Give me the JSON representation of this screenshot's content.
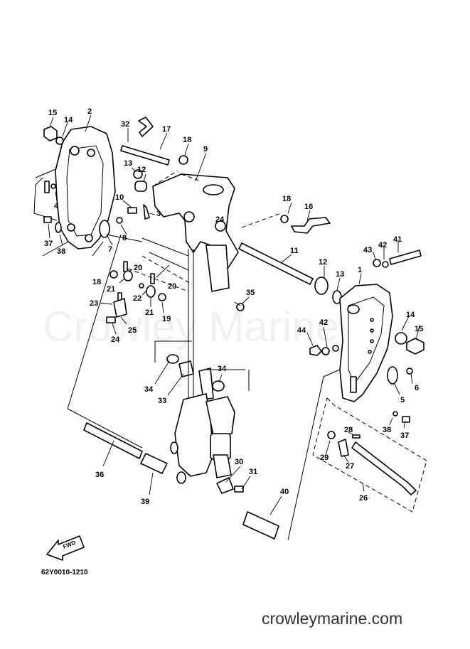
{
  "diagram": {
    "watermark": "Crowley Marine",
    "drawing_code": "62Y0010-1210",
    "direction_arrow": "FWD",
    "site_footer": "crowleymarine.com",
    "callouts": [
      {
        "id": "c15a",
        "label": "15"
      },
      {
        "id": "c14a",
        "label": "14"
      },
      {
        "id": "c2",
        "label": "2"
      },
      {
        "id": "c32",
        "label": "32"
      },
      {
        "id": "c17",
        "label": "17"
      },
      {
        "id": "c18a",
        "label": "18"
      },
      {
        "id": "c9",
        "label": "9"
      },
      {
        "id": "c13a",
        "label": "13"
      },
      {
        "id": "c12a",
        "label": "12"
      },
      {
        "id": "c10",
        "label": "10"
      },
      {
        "id": "c3",
        "label": "3"
      },
      {
        "id": "c4",
        "label": "4"
      },
      {
        "id": "c8",
        "label": "8"
      },
      {
        "id": "c37a",
        "label": "37"
      },
      {
        "id": "c38a",
        "label": "38"
      },
      {
        "id": "c7",
        "label": "7"
      },
      {
        "id": "c18b",
        "label": "18"
      },
      {
        "id": "c16",
        "label": "16"
      },
      {
        "id": "c24a",
        "label": "24"
      },
      {
        "id": "c41",
        "label": "41"
      },
      {
        "id": "c42a",
        "label": "42"
      },
      {
        "id": "c43",
        "label": "43"
      },
      {
        "id": "c11",
        "label": "11"
      },
      {
        "id": "c12b",
        "label": "12"
      },
      {
        "id": "c13b",
        "label": "13"
      },
      {
        "id": "c1",
        "label": "1"
      },
      {
        "id": "c20a",
        "label": "20"
      },
      {
        "id": "c18c",
        "label": "18"
      },
      {
        "id": "c21a",
        "label": "21"
      },
      {
        "id": "c20b",
        "label": "20"
      },
      {
        "id": "c22",
        "label": "22"
      },
      {
        "id": "c23",
        "label": "23"
      },
      {
        "id": "c21b",
        "label": "21"
      },
      {
        "id": "c19",
        "label": "19"
      },
      {
        "id": "c35",
        "label": "35"
      },
      {
        "id": "c25",
        "label": "25"
      },
      {
        "id": "c24b",
        "label": "24"
      },
      {
        "id": "c14b",
        "label": "14"
      },
      {
        "id": "c15b",
        "label": "15"
      },
      {
        "id": "c44",
        "label": "44"
      },
      {
        "id": "c42b",
        "label": "42"
      },
      {
        "id": "c34a",
        "label": "34"
      },
      {
        "id": "c34b",
        "label": "34"
      },
      {
        "id": "c33",
        "label": "33"
      },
      {
        "id": "c5",
        "label": "5"
      },
      {
        "id": "c6",
        "label": "6"
      },
      {
        "id": "c38b",
        "label": "38"
      },
      {
        "id": "c37b",
        "label": "37"
      },
      {
        "id": "c28",
        "label": "28"
      },
      {
        "id": "c29",
        "label": "29"
      },
      {
        "id": "c27",
        "label": "27"
      },
      {
        "id": "c36",
        "label": "36"
      },
      {
        "id": "c30",
        "label": "30"
      },
      {
        "id": "c31",
        "label": "31"
      },
      {
        "id": "c40",
        "label": "40"
      },
      {
        "id": "c39",
        "label": "39"
      },
      {
        "id": "c26",
        "label": "26"
      }
    ]
  }
}
